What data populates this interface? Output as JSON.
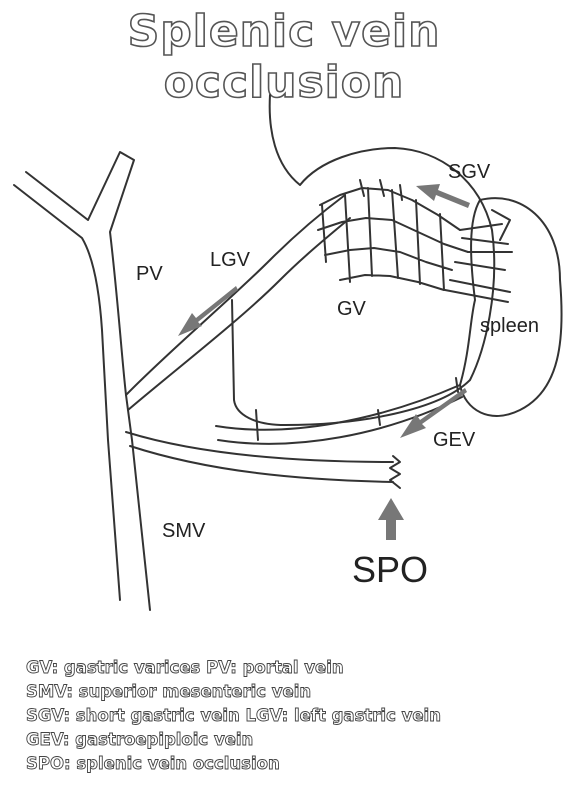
{
  "title": "Splenic vein occlusion",
  "labels": {
    "pv": "PV",
    "lgv": "LGV",
    "gv": "GV",
    "sgv": "SGV",
    "spleen": "spleen",
    "gev": "GEV",
    "smv": "SMV",
    "spo": "SPO"
  },
  "legend": [
    "GV: gastric varices   PV: portal vein",
    "SMV: superior mesenteric vein",
    "SGV: short gastric vein   LGV: left gastric vein",
    "GEV: gastroepiploic vein",
    "SPO: splenic vein occlusion"
  ],
  "colors": {
    "line": "#333333",
    "arrow": "#777777"
  }
}
